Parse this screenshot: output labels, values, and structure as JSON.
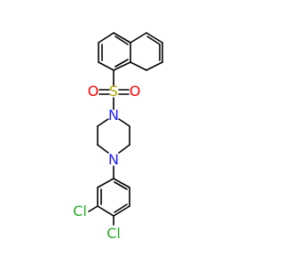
{
  "molecule": {
    "atoms": {
      "sulfur": "S",
      "oxygen_left": "O",
      "oxygen_right": "O",
      "nitrogen_top": "N",
      "nitrogen_bottom": "N",
      "chlorine_left": "Cl",
      "chlorine_bottom": "Cl"
    },
    "colors": {
      "bond": "#000000",
      "sulfur": "#b5a800",
      "oxygen": "#ff0000",
      "nitrogen": "#2020ff",
      "chlorine": "#22aa22"
    }
  }
}
